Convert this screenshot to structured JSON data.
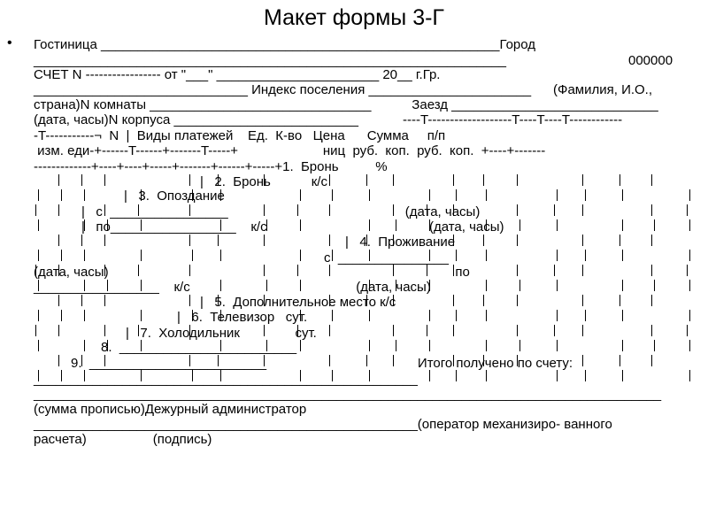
{
  "title": "Макет формы 3-Г",
  "bullet": "•",
  "lines": [
    "Гостиница ______________________________________________________Город",
    "000000",
    "________________________________________________________________",
    "СЧЕТ N ----------------- от \"___\" ______________________ 20__ г.Гр.",
    "_____________________________ Индекс поселения ______________________      (Фамилия, И.О.,",
    "страна)N комнаты ______________________________           Заезд ____________________________",
    "(дата, часы)N корпуса _________________________            ----T-------------------T----T----T------------",
    "-T-----------¬  N  |  Виды платежей    Ед.  К-во   Цена      Сумма     п/п",
    " изм. еди-+------T------+-------T-----+                       ниц  руб.  коп.  руб.  коп.  +----+-------",
    "-------------+----+----+-----+-------+------+-----+1.  Бронь          %",
    "|   2.  Бронь           к/с",
    "|   3.  Опоздание",
    "|   с  ________________                                                (дата, часы)",
    "|   по_________________    к/с                                            (дата, часы)",
    "|   4.  Проживание",
    "с  _______________",
    "(дата, часы)                                                                                              по",
    "_________________    к/с                                             (дата, часы)",
    "|   5.  Дополнительное место к/с",
    "|   6.  Телевизор   сут.",
    "|   7.  Холодильник               сут.",
    "8.  ________________________",
    "9.  ________________________                                         Итого получено по счету:",
    "____________________________________________________",
    "_____________________________________________________________________________________",
    "(сумма прописью)Дежурный администратор",
    "____________________________________________________(оператор механизиро- ванного",
    "расчета)                  (подпись)"
  ]
}
